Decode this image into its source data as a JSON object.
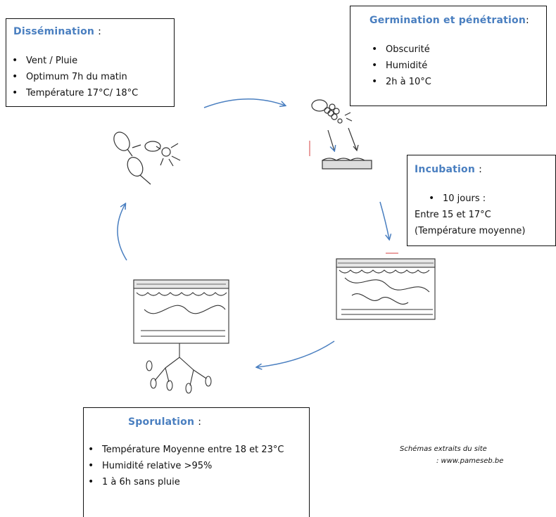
{
  "dissemination": {
    "title": "Dissémination",
    "colon": ":",
    "items": [
      "Vent / Pluie",
      "Optimum 7h du matin",
      "Température 17°C/ 18°C"
    ]
  },
  "germination": {
    "title": "Germination et pénétration",
    "colon": ":",
    "items": [
      "Obscurité",
      "Humidité",
      "2h à 10°C"
    ]
  },
  "incubation": {
    "title": "Incubation",
    "colon": ":",
    "bullet": "10 jours :",
    "line2": "Entre 15 et 17°C",
    "line3": "(Température moyenne)"
  },
  "sporulation": {
    "title": "Sporulation",
    "colon": ":",
    "items": [
      "Température Moyenne entre 18 et 23°C",
      "Humidité relative >95%",
      "1 à 6h sans pluie"
    ]
  },
  "credit": {
    "line1": "Schémas extraits du site",
    "line2": ": www.pameseb.be"
  },
  "colors": {
    "title": "#4a7fc0",
    "arrow": "#4a7fc0",
    "border": "#111111"
  }
}
